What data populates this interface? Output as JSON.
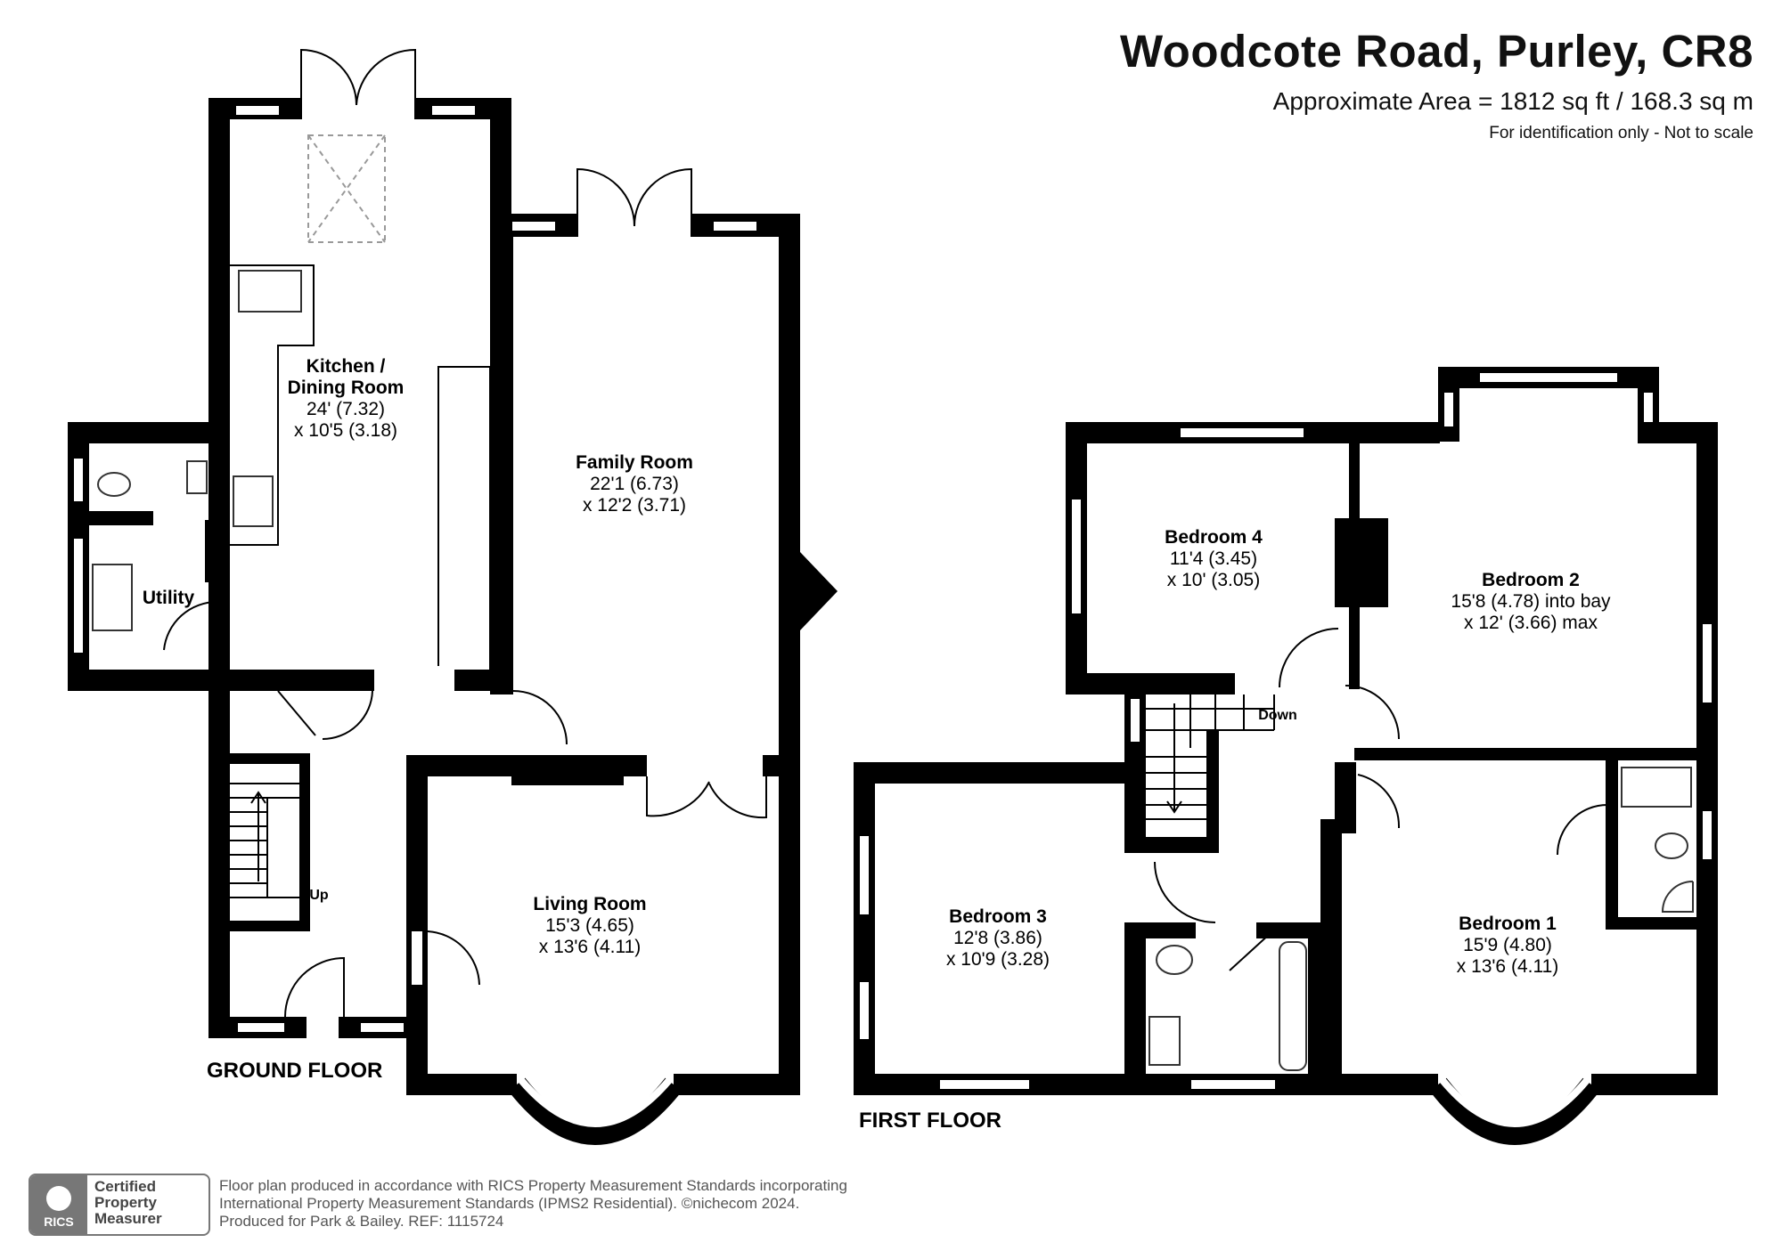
{
  "header": {
    "title": "Woodcote Road, Purley, CR8",
    "area": "Approximate Area = 1812 sq ft / 168.3 sq m",
    "note": "For identification only - Not to scale"
  },
  "ground_floor": {
    "label": "GROUND FLOOR",
    "rooms": {
      "kitchen": {
        "name1": "Kitchen /",
        "name2": "Dining Room",
        "dim1": "24' (7.32)",
        "dim2": "x 10'5 (3.18)"
      },
      "family": {
        "name": "Family Room",
        "dim1": "22'1 (6.73)",
        "dim2": "x 12'2 (3.71)"
      },
      "utility": {
        "name": "Utility"
      },
      "living": {
        "name": "Living Room",
        "dim1": "15'3 (4.65)",
        "dim2": "x 13'6 (4.11)"
      }
    },
    "stairs_label": "Up"
  },
  "first_floor": {
    "label": "FIRST FLOOR",
    "rooms": {
      "bed4": {
        "name": "Bedroom 4",
        "dim1": "11'4 (3.45)",
        "dim2": "x 10' (3.05)"
      },
      "bed2": {
        "name": "Bedroom 2",
        "dim1": "15'8 (4.78) into bay",
        "dim2": "x 12' (3.66) max"
      },
      "bed3": {
        "name": "Bedroom 3",
        "dim1": "12'8 (3.86)",
        "dim2": "x 10'9 (3.28)"
      },
      "bed1": {
        "name": "Bedroom 1",
        "dim1": "15'9 (4.80)",
        "dim2": "x 13'6 (4.11)"
      }
    },
    "stairs_label": "Down"
  },
  "badge": {
    "logo_text": "RICS",
    "line1": "Certified",
    "line2": "Property",
    "line3": "Measurer"
  },
  "footer": {
    "line1": "Floor plan produced in accordance with RICS Property Measurement Standards incorporating",
    "line2": "International Property Measurement Standards (IPMS2 Residential).   ©nichecom 2024.",
    "line3": "Produced for Park & Bailey.   REF:  1115724"
  }
}
